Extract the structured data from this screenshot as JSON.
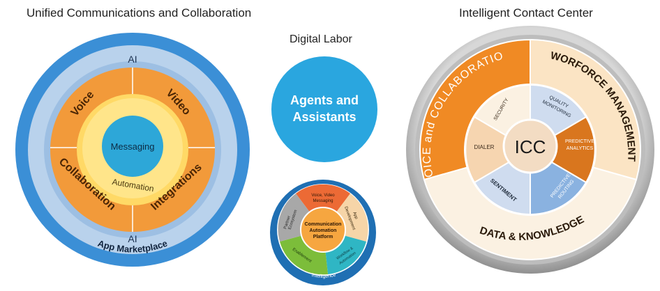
{
  "headings": {
    "ucc": "Unified Communications and Collaboration",
    "digital_labor": "Digital Labor",
    "icc": "Intelligent Contact Center"
  },
  "ucc": {
    "outer_top": "AI",
    "outer_bottom": "AI",
    "marketplace": "App Marketplace",
    "quadrants": [
      "Voice",
      "Video",
      "Collaboration",
      "Integrations"
    ],
    "inner_ring": "Automation",
    "core": "Messaging"
  },
  "agents": {
    "line1": "Agents and",
    "line2": "Assistants"
  },
  "cap": {
    "center": [
      "Communication",
      "Automation",
      "Platform"
    ],
    "segments": [
      [
        "Voice, Video",
        "Messaging"
      ],
      [
        "App",
        "Development"
      ],
      [
        "Workflow &",
        "Automation"
      ],
      [
        "Enablement"
      ],
      [
        "Partner",
        "Ecosystem"
      ]
    ],
    "outer": "Intelligence"
  },
  "icc": {
    "center": "ICC",
    "outer": {
      "voice": "VOICE and COLLABORATION",
      "wfm": "WORFORCE MANAGEMENT",
      "data": "DATA & KNOWLEDGE"
    },
    "inner": {
      "security": "SECURITY",
      "quality": [
        "QUALITY",
        "MONITORING"
      ],
      "predictive_analytics": [
        "PREDICTIVE",
        "ANALYTICS"
      ],
      "predictive_routing": [
        "PREDICTIVE",
        "ROUTING"
      ],
      "sentiment": "SENTIMENT",
      "dialer": "DIALER"
    }
  },
  "colors": {
    "ucc_outer": "#3b8fd6",
    "ucc_light": "#b9d2ec",
    "orange": "#f29a3a",
    "yellow": "#ffd966",
    "teal": "#2da7d8",
    "agents": "#2aa6df",
    "icc_orange": "#f08a24",
    "icc_cream": "#faedd8",
    "icc_dark_orange": "#d9761e",
    "icc_blue": "#8ab2e0",
    "icc_light_blue": "#cfdcef"
  }
}
